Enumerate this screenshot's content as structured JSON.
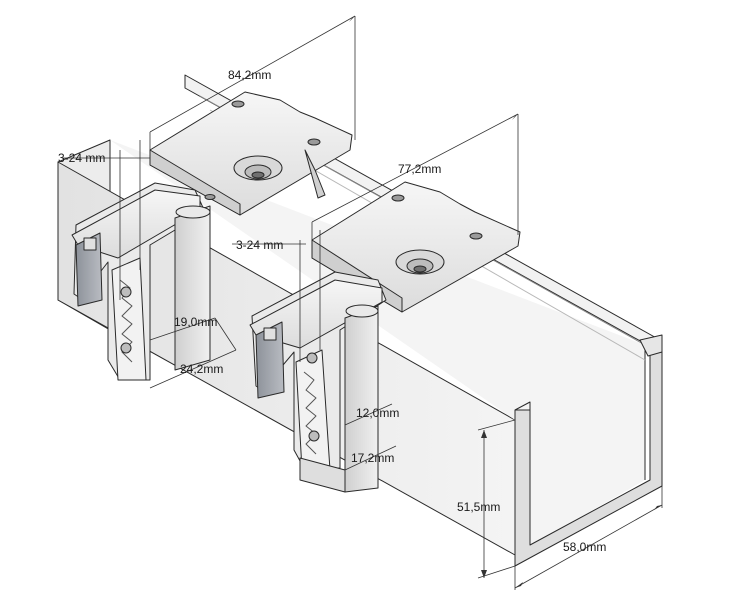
{
  "dimensions": {
    "width_top_clamp": "84,2mm",
    "width_lower_clamp": "77,2mm",
    "clamp_range_top": "3-24 mm",
    "clamp_range_lower": "3-24 mm",
    "height_left_clamp": "19,0mm",
    "depth_left_clamp": "24,2mm",
    "height_right_clamp": "12,0mm",
    "depth_right_clamp": "17,2mm",
    "rail_height": "51,5mm",
    "rail_width": "58,0mm"
  },
  "colors": {
    "background": "#ffffff",
    "metal_light": "#eeeeee",
    "metal_mid": "#d6d6d6",
    "metal_dark": "#a8a8a8",
    "outline": "#2a2a2a",
    "dim_line": "#333333",
    "rubber_pad": "#9a9ea6"
  }
}
